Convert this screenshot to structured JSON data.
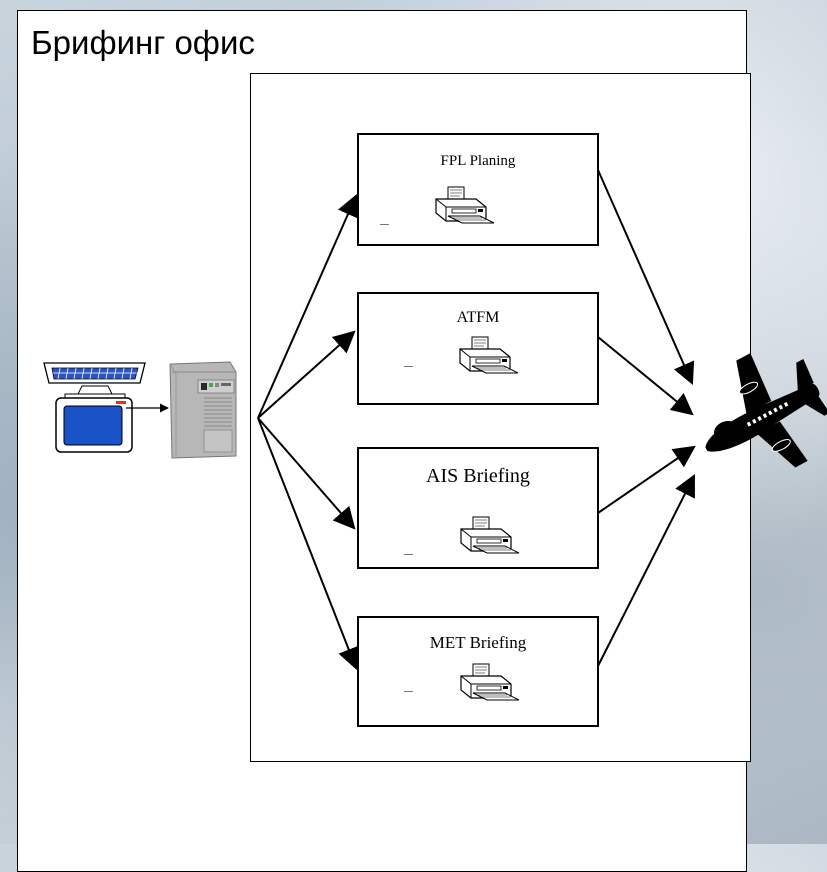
{
  "office": {
    "title": "Брифинг офис"
  },
  "services": [
    {
      "label": "FPL  Planing"
    },
    {
      "label": "ATFM"
    },
    {
      "label": "AIS Briefing"
    },
    {
      "label": "MET Briefing"
    }
  ],
  "icons": {
    "workstation": "computer-monitor-keyboard-icon",
    "server": "tower-server-icon",
    "printer": "printer-icon",
    "aircraft": "airplane-icon"
  },
  "colors": {
    "screen": "#1a52c8",
    "keyboard_keys": "#2a55c9",
    "outline": "#000000"
  }
}
